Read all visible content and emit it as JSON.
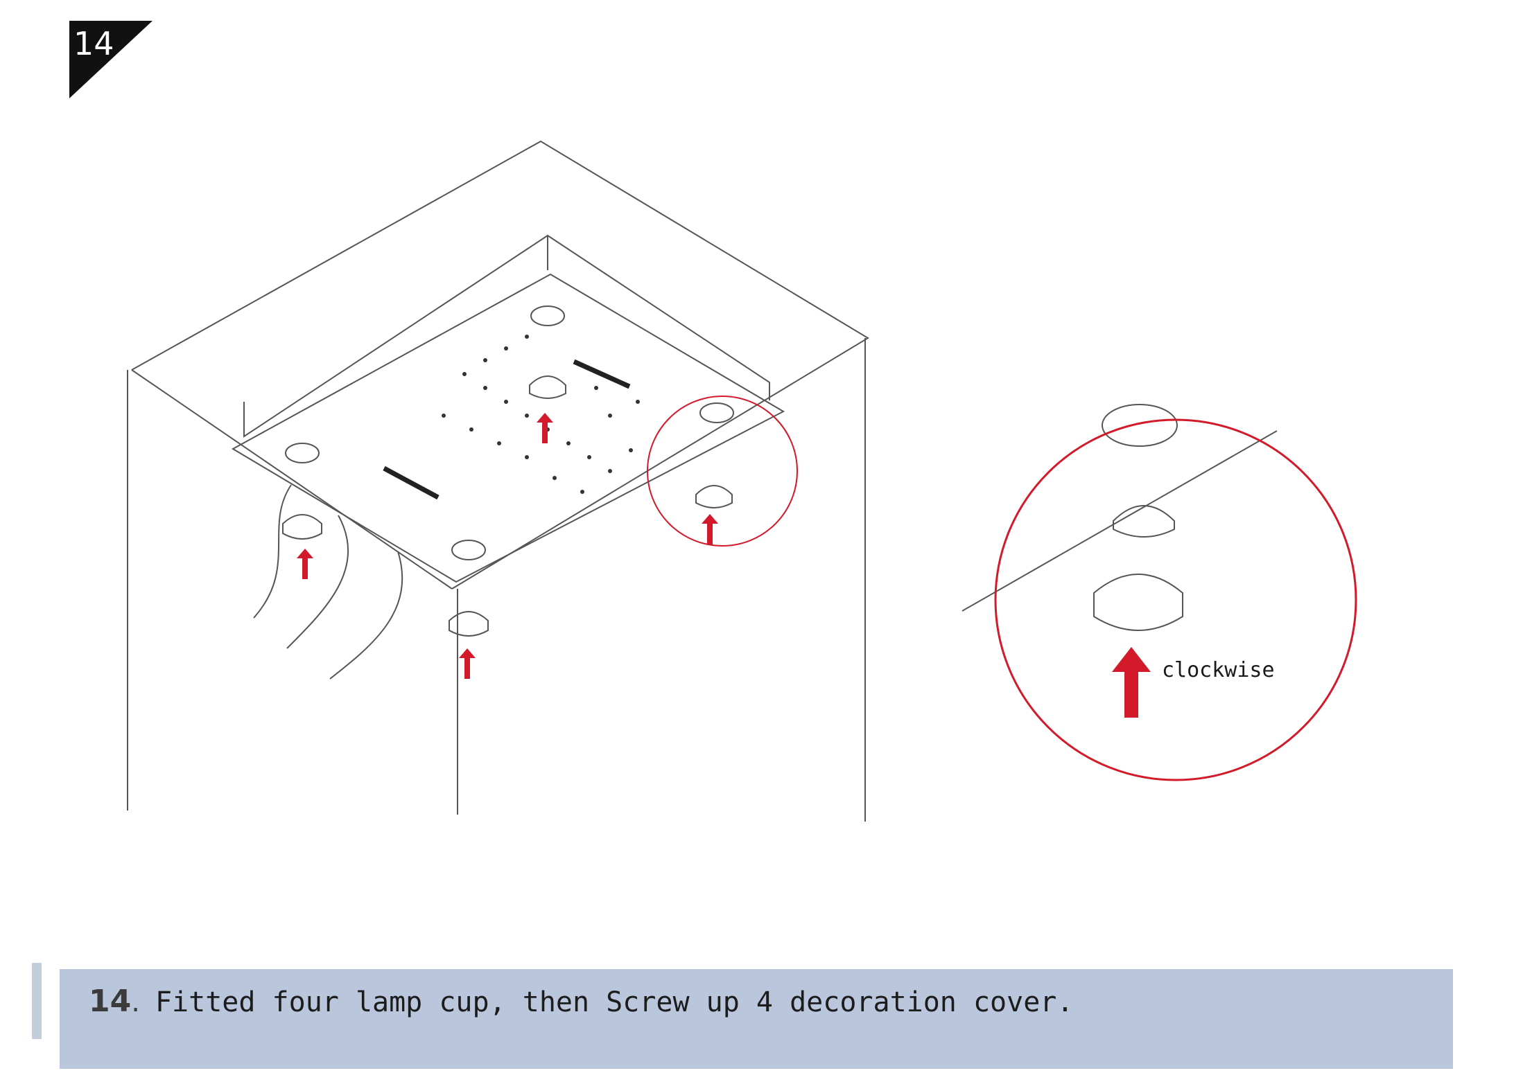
{
  "step_badge": {
    "number": "14"
  },
  "detail_callout": {
    "label": "clockwise"
  },
  "caption": {
    "number": "14",
    "separator": ".",
    "text": "Fitted four lamp cup, then Screw up 4 decoration cover."
  },
  "colors": {
    "accent_red": "#d21a2a",
    "line": "#555555",
    "caption_bar": "#b9c6db",
    "badge": "#111111"
  }
}
